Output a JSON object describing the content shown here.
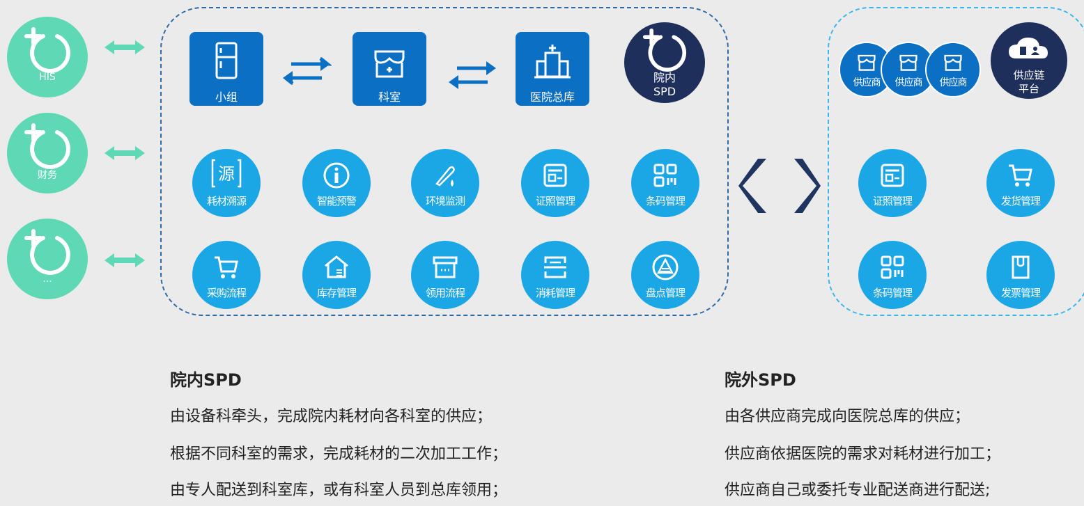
{
  "external_systems": [
    {
      "label": "HIS"
    },
    {
      "label": "财务"
    },
    {
      "label": "..."
    }
  ],
  "internal": {
    "flow": [
      "小组",
      "科室",
      "医院总库"
    ],
    "spd_label": "院内\nSPD",
    "row1": [
      "耗材溯源",
      "智能预警",
      "环境监测",
      "证照管理",
      "条码管理"
    ],
    "row2": [
      "采购流程",
      "库存管理",
      "领用流程",
      "消耗管理",
      "盘点管理"
    ],
    "source_glyph": "源"
  },
  "external": {
    "suppliers": [
      "供应商",
      "供应商",
      "供应商"
    ],
    "platform": "供应链\n平台",
    "modules": [
      "证照管理",
      "发货管理",
      "条码管理",
      "发票管理"
    ]
  },
  "colors": {
    "external_system": "#5fd8b6",
    "dark_blue": "#0b6fc3",
    "light_blue": "#1ba6e6",
    "navy": "#1f2f5b",
    "background": "#ebebeb"
  },
  "text_blocks": {
    "left_title": "院内SPD",
    "left_lines": [
      "由设备科牵头，完成院内耗材向各科室的供应；",
      "根据不同科室的需求，完成耗材的二次加工工作；",
      "由专人配送到科室库，或有科室人员到总库领用；"
    ],
    "right_title": "院外SPD",
    "right_lines": [
      "由各供应商完成向医院总库的供应；",
      "供应商依据医院的需求对耗材进行加工；",
      "供应商自己或委托专业配送商进行配送;"
    ]
  }
}
